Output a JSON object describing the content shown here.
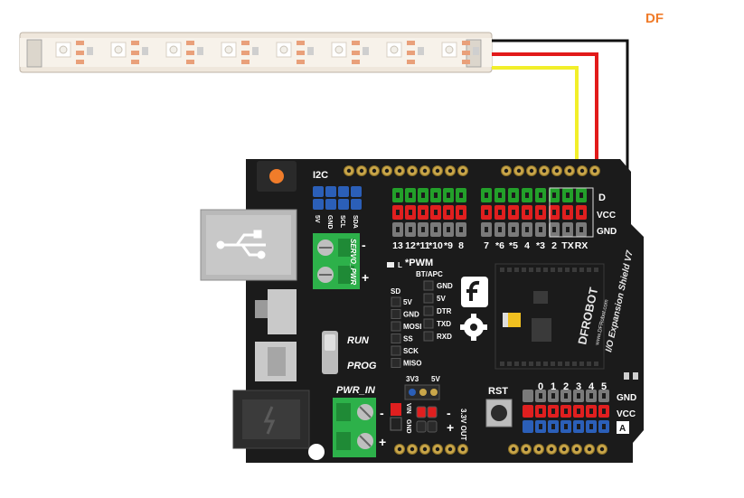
{
  "watermark": "DF",
  "colors": {
    "board": "#1b1b1b",
    "gnd_wire": "#111111",
    "vcc_wire": "#e21a1a",
    "data_wire": "#f2ef2a",
    "pin_green": "#23a02a",
    "pin_red": "#e01f1f",
    "pin_gray": "#7a7a7a",
    "pin_blue": "#2b5fb8",
    "terminal_green": "#2db14a",
    "watermark": "#f07c2a"
  },
  "digital_header": {
    "row_labels": [
      "D",
      "VCC",
      "GND"
    ],
    "pins": [
      "13",
      "12",
      "*11",
      "*10",
      "*9",
      "8",
      "7",
      "*6",
      "*5",
      "4",
      "*3",
      "2",
      "TX",
      "RX"
    ]
  },
  "analog_header": {
    "pins": [
      "0",
      "1",
      "2",
      "3",
      "4",
      "5"
    ],
    "row_labels": [
      "GND",
      "VCC",
      "A"
    ]
  },
  "labels": {
    "i2c": "I2C",
    "i2c_pins": [
      "5V",
      "GND",
      "SCL",
      "SDA"
    ],
    "servo_pwr": "SERVO_PWR",
    "pwm": "*PWM",
    "bt_apc": "BT/APC",
    "bt_pins": [
      "GND",
      "5V",
      "DTR",
      "TXD",
      "RXD"
    ],
    "sd": "SD",
    "sd_pins": [
      "5V",
      "GND",
      "MOSI",
      "SS",
      "SCK",
      "MISO"
    ],
    "run": "RUN",
    "prog": "PROG",
    "pwr_in": "PWR_IN",
    "v3v3": "3V3",
    "v5": "5V",
    "rst": "RST",
    "out_3v3": "3.3V OUT",
    "vin_gnd": [
      "VIN",
      "GND"
    ],
    "brand": "DFROBOT",
    "brand_url": "www.DFRobot.com",
    "product": "I/O Expansion Shield V7",
    "led_l": "L",
    "plus": "+",
    "minus": "-"
  }
}
